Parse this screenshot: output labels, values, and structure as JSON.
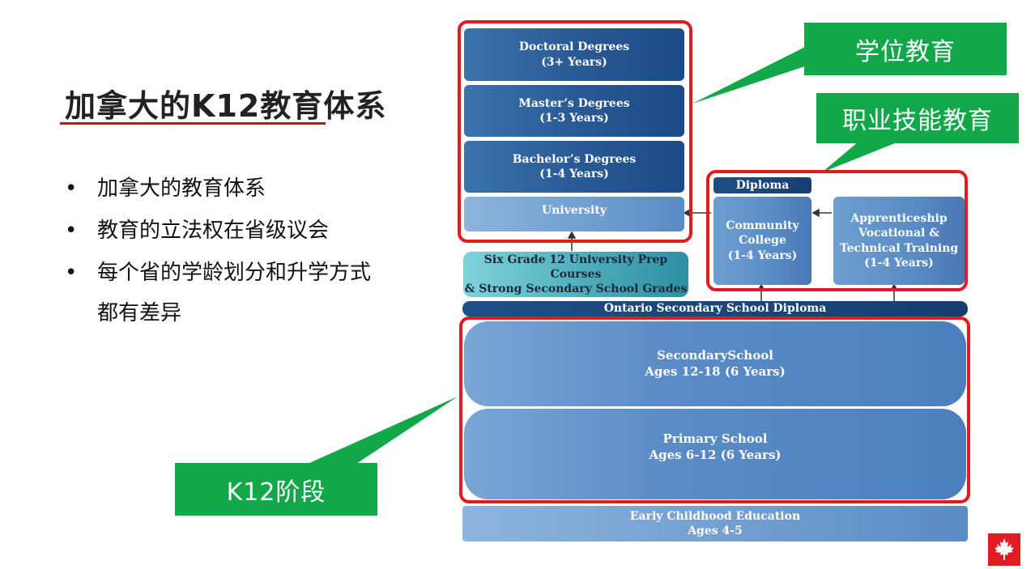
{
  "slide": {
    "title": "加拿大的K12教育体系",
    "bullets": [
      "加拿大的教育体系",
      "教育的立法权在省级议会",
      "每个省的学龄划分和升学方式"
    ],
    "bullet_continuation": "都有差异",
    "bullet_symbol": "•"
  },
  "labels": {
    "degree": "学位教育",
    "vocational": "职业技能教育",
    "k12": "K12阶段"
  },
  "diagram": {
    "doctoral": [
      "Doctoral Degrees",
      "(3+ Years)"
    ],
    "masters": [
      "Master’s Degrees",
      "(1-3 Years)"
    ],
    "bachelors": [
      "Bachelor’s Degrees",
      "(1-4 Years)"
    ],
    "university": "University",
    "diploma": "Diploma",
    "college": [
      "Community",
      "College",
      "(1-4 Years)"
    ],
    "apprenticeship": [
      "Apprenticeship",
      "Vocational &",
      "Technical Training",
      "(1-4 Years)"
    ],
    "prep": [
      "Six Grade 12 University Prep Courses",
      "& Strong Secondary School Grades"
    ],
    "ossd": "Ontario Secondary School Diploma",
    "secondary": [
      "SecondarySchool",
      "Ages 12-18 (6 Years)"
    ],
    "primary": [
      "Primary School",
      "Ages 6-12 (6 Years)"
    ],
    "early": [
      "Early Childhood Education",
      "Ages 4-5"
    ]
  },
  "colors": {
    "accent_red": "#e11b22",
    "label_green": "#12a84a",
    "dark_blue": "#1c4a86"
  },
  "icons": {
    "corner": "maple-leaf-icon"
  }
}
